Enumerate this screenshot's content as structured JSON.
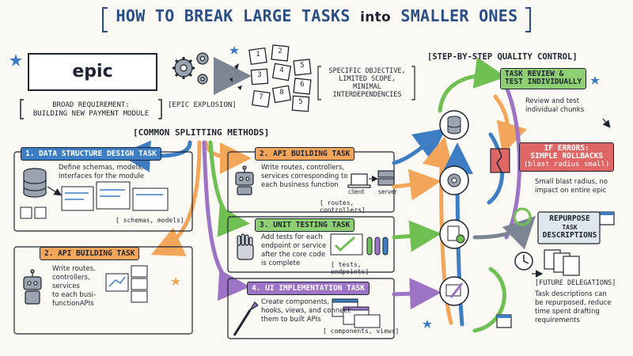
{
  "title": {
    "prefix": "HOW TO BREAK LARGE TASKS",
    "middle": "into",
    "suffix": "SMALLER ONES"
  },
  "epic": {
    "label": "epic",
    "requirement_line1": "BROAD REQUIREMENT:",
    "requirement_line2": "BUILDING NEW PAYMENT MODULE",
    "explosion": "[EPIC EXPLOSION]",
    "fragments": [
      "1",
      "2",
      "3",
      "4",
      "5",
      "6",
      "7",
      "8",
      "5"
    ],
    "objective_line1": "SPECIFIC OBJECTIVE,",
    "objective_line2": "LIMITED SCOPE,",
    "objective_line3": "MINIMAL",
    "objective_line4": "INTERDEPENDENCIES"
  },
  "methods": {
    "heading": "[COMMON SPLITTING METHODS]",
    "data_structure": {
      "title": "1. DATA STRUCTURE DESIGN TASK",
      "line1": "Define schemas, models,",
      "line2": "interfaces for the module",
      "tag": "[ schemas, models]"
    },
    "api_left": {
      "title": "2. API BUILDING TASK",
      "line1": "Write routes,",
      "line2": "controllers,",
      "line3": "services",
      "line4": "to each busi-",
      "line5": "functionAPIs"
    },
    "api_center": {
      "title": "2. API BUILDING TASK",
      "line1": "Write routes, controllers,",
      "line2": "services corresponding to",
      "line3": "each business function",
      "client": "client",
      "server": "server",
      "tag": "[ routes, controllers]"
    },
    "unit_testing": {
      "title": "3. UNIT TESTING TASK",
      "line1": "Add tests for each",
      "line2": "endpoint or service",
      "line3": "after the core code",
      "line4": "is complete",
      "tag": "[ tests, endpoints]"
    },
    "ui": {
      "title": "4. UI IMPLEMENTATION TASK",
      "line1": "Create components,",
      "line2": "hooks, views, and connect",
      "line3": "them to built APIs",
      "tag": "[ components, views]"
    }
  },
  "quality": {
    "heading": "[STEP-BY-STEP QUALITY CONTROL]",
    "review": {
      "title_line1": "TASK REVIEW &",
      "title_line2": "TEST INDIVIDUALLY",
      "line1": "Review and test",
      "line2": "individual chunks"
    },
    "errors": {
      "title_line1": "IF ERRORS:",
      "title_line2": "SIMPLE ROLLBACKS",
      "title_line3": "(blast radius small)",
      "line1": "Small blast radius, no",
      "line2": "impact on entire epic"
    },
    "repurpose": {
      "title_line1": "REPURPOSE",
      "title_line2": "TASK",
      "title_line3": "DESCRIPTIONS",
      "delegations": "[FUTURE DELEGATIONS]",
      "line1": "Task descriptions can",
      "line2": "be repurposed, reduce",
      "line3": "time spent drafting",
      "line4": "requirements"
    }
  },
  "colors": {
    "blue": "#3d7dc4",
    "orange": "#f3a55a",
    "green": "#8fcf73",
    "purple": "#9c73c5",
    "red": "#e06666",
    "ink": "#1e2430"
  },
  "icons": [
    "gear-icon",
    "database-icon",
    "robot-icon",
    "laptop-icon",
    "server-icon",
    "hand-icon",
    "test-tube-icon",
    "paintbrush-icon",
    "checklist-icon",
    "calendar-icon",
    "clock-icon",
    "recycle-icon",
    "document-icon",
    "star-icon"
  ]
}
